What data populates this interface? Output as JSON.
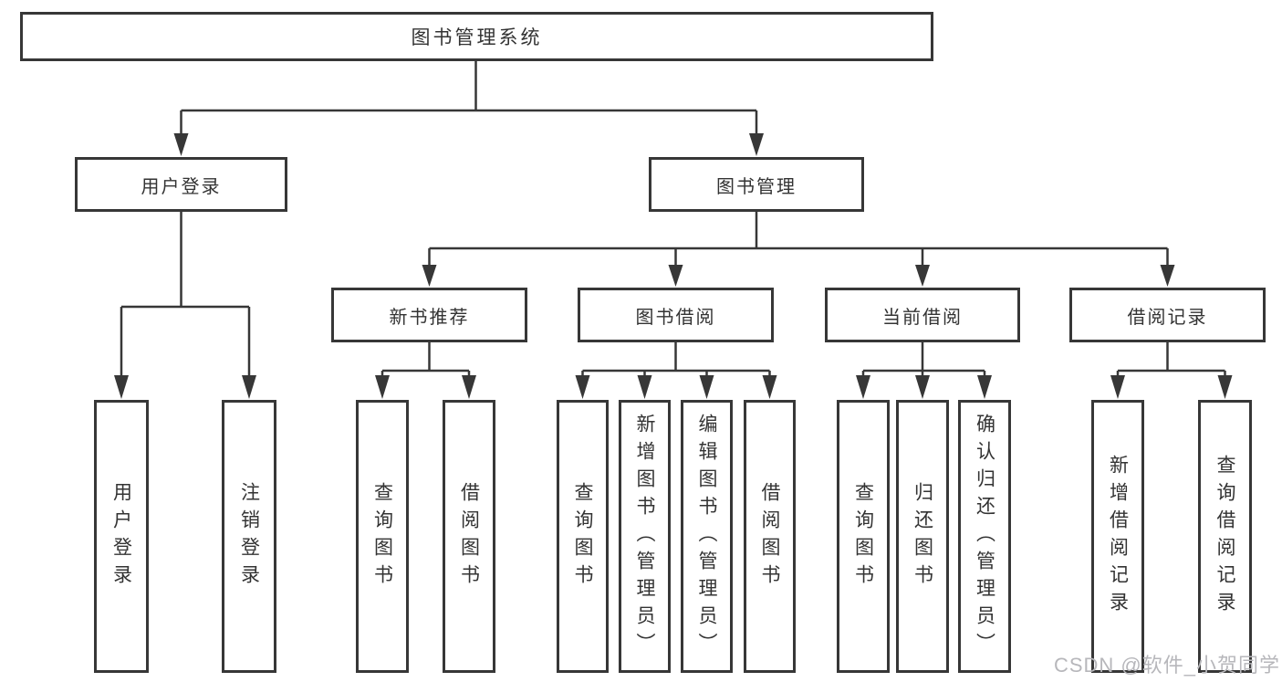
{
  "tree": {
    "root": "图书管理系统",
    "level2": [
      "用户登录",
      "图书管理"
    ],
    "level3": [
      "新书推荐",
      "图书借阅",
      "当前借阅",
      "借阅记录"
    ],
    "leaves": {
      "user_login": [
        "用户登录",
        "注销登录"
      ],
      "new_book_recommend": [
        "查询图书",
        "借阅图书"
      ],
      "book_borrow": [
        "查询图书",
        "新增图书（管理员）",
        "编辑图书（管理员）",
        "借阅图书"
      ],
      "current_borrow": [
        "查询图书",
        "归还图书",
        "确认归还（管理员）"
      ],
      "borrow_records": [
        "新增借阅记录",
        "查询借阅记录"
      ]
    }
  },
  "watermark": "CSDN @软件_小贺同学",
  "colors": {
    "line": "#373737",
    "text": "#333333",
    "watermark": "#b7b7bb",
    "background": "#ffffff"
  }
}
